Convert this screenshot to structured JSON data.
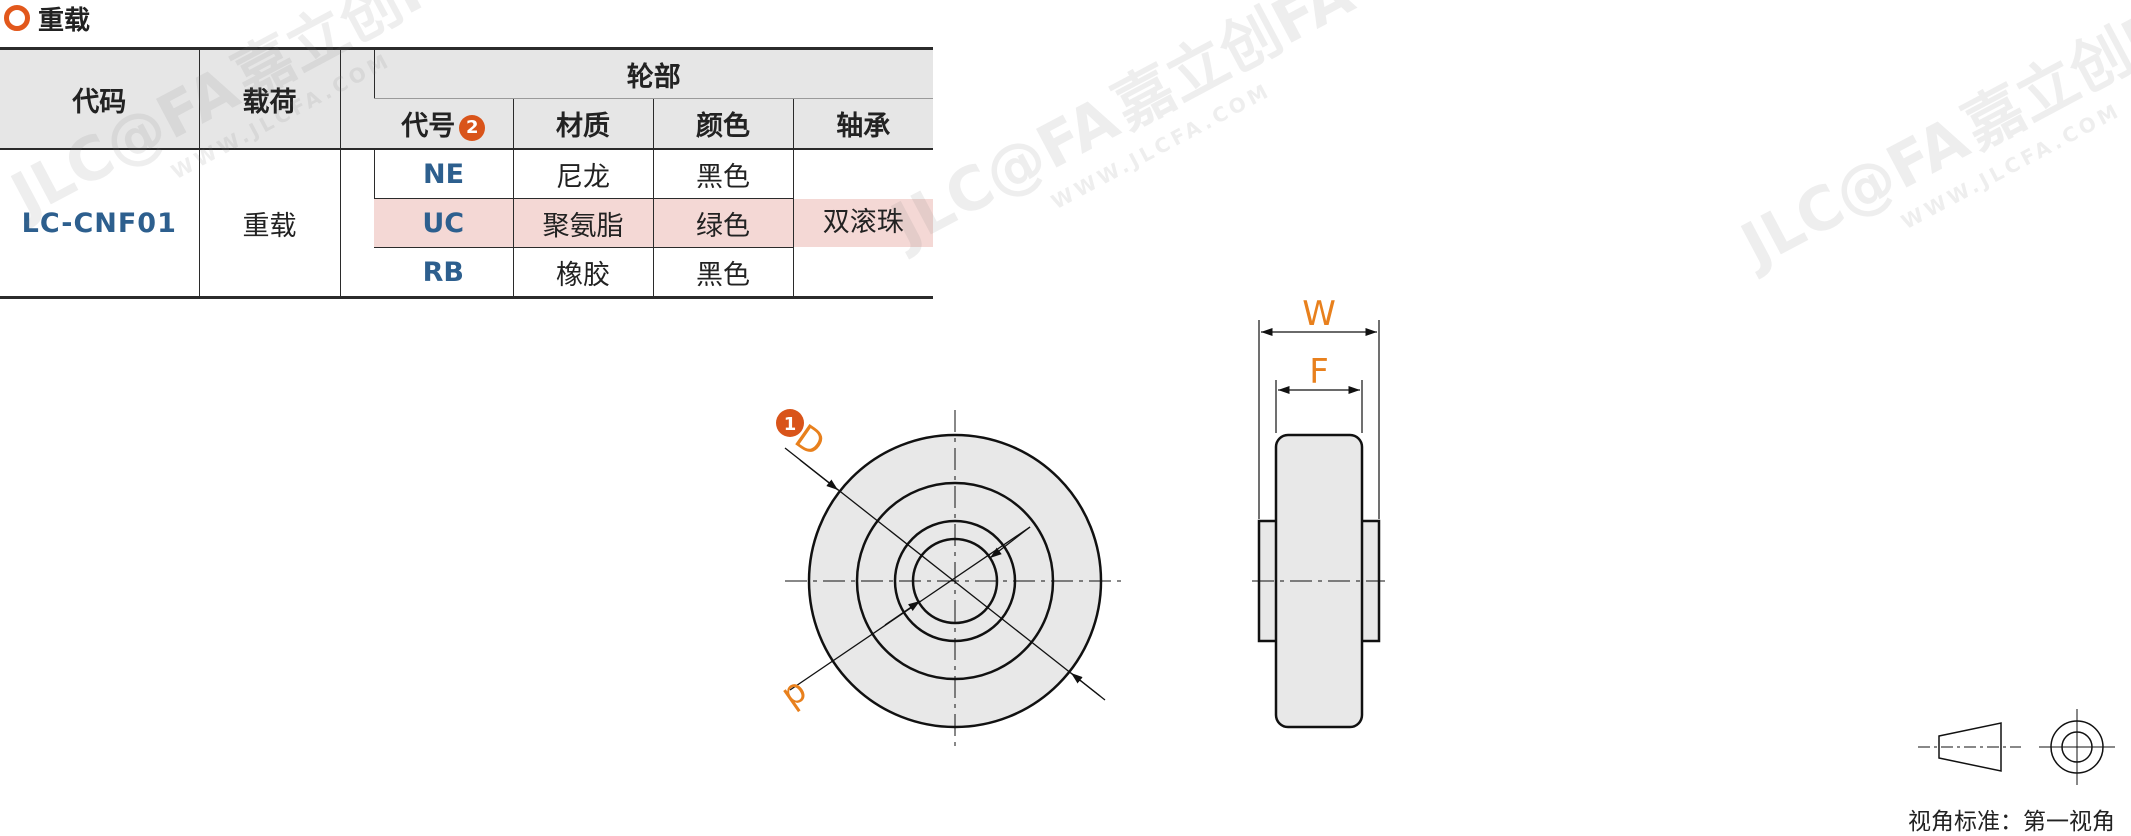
{
  "section": {
    "title": "重载",
    "marker_icon": "orange-ring-icon",
    "marker_color": "#e2581c"
  },
  "table": {
    "headers": {
      "code": "代码",
      "load": "载荷",
      "wheel_group": "轮部",
      "wheel_code": "代号",
      "wheel_code_badge": "2",
      "material": "材质",
      "color": "颜色",
      "bearing": "轴承"
    },
    "product_code": "LC-CNF01",
    "load_value": "重载",
    "bearing_value": "双滚珠",
    "rows": [
      {
        "code": "NE",
        "material": "尼龙",
        "color": "黑色"
      },
      {
        "code": "UC",
        "material": "聚氨脂",
        "color": "绿色"
      },
      {
        "code": "RB",
        "material": "橡胶",
        "color": "黑色"
      }
    ],
    "highlight_color": "#f4d8d5",
    "code_color": "#2d5f8e"
  },
  "watermark": {
    "logo": "JLC@FA",
    "brand": "嘉立创FA",
    "url": "WWW.JLCFA.COM"
  },
  "drawing": {
    "front_view": {
      "label_D": "D",
      "label_d": "d",
      "badge_D": "1"
    },
    "side_view": {
      "label_W": "W",
      "label_F": "F"
    },
    "dimension_color": "#e8801d",
    "projection_caption": "视角标准：第一视角"
  }
}
